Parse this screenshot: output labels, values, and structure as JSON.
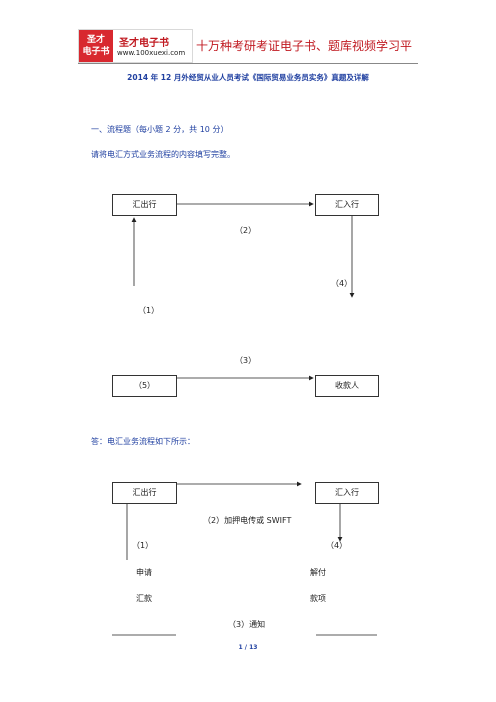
{
  "header": {
    "logo_badge_top": "圣才",
    "logo_badge_bottom": "电子书",
    "logo_name": "圣才电子书",
    "logo_url": "www.100xuexi.com",
    "slogan": "十万种考研考证电子书、题库视频学习平"
  },
  "document": {
    "title": "2014 年 12 月外经贸从业人员考试《国际贸易业务员实务》真题及详解",
    "section_heading": "一、流程题（每小题 2 分，共 10 分）",
    "instruction": "请将电汇方式业务流程的内容填写完整。",
    "answer_label": "答：电汇业务流程如下所示："
  },
  "question_diagram": {
    "remitting_bank": "汇出行",
    "paying_bank": "汇入行",
    "step2": "（2）",
    "step4": "（4）",
    "step1": "（1）",
    "step3": "（3）",
    "step5_box": "（5）",
    "payee": "收款人"
  },
  "answer_diagram": {
    "remitting_bank": "汇出行",
    "paying_bank": "汇入行",
    "step2": "（2）加押电传或 SWIFT",
    "step1": "（1）",
    "step4": "（4）",
    "step1_line1": "申请",
    "step1_line2": "汇款",
    "step4_line1": "解付",
    "step4_line2": "款项",
    "step3": "（3）通知"
  },
  "footer": {
    "page": "1 / 13"
  }
}
